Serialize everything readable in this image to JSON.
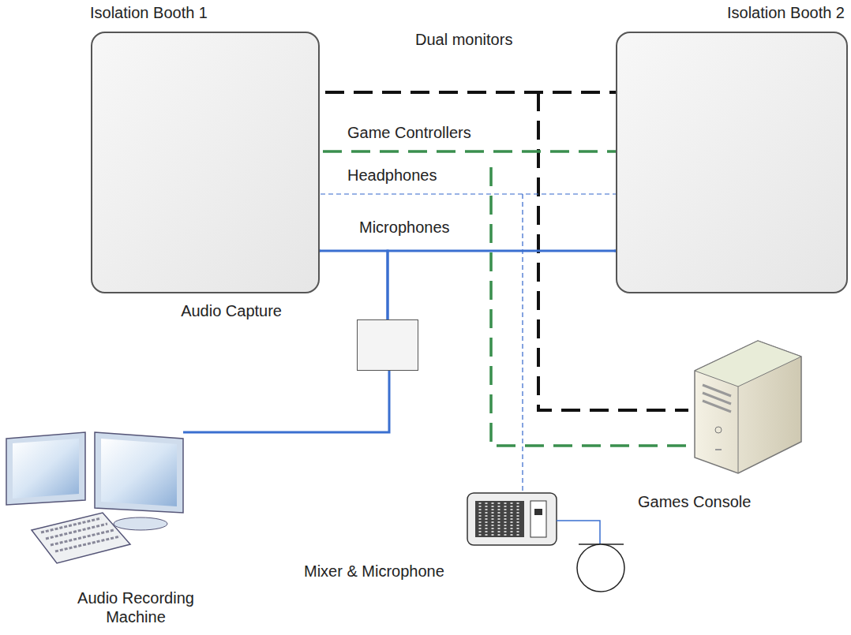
{
  "diagram": {
    "nodes": [
      {
        "text": [
          "Isolation Booth 1"
        ]
      },
      {
        "text": [
          "Isolation Booth 2"
        ]
      },
      {
        "text": [
          "Audio Capture"
        ]
      }
    ],
    "edges": [
      {
        "from": 0,
        "to": 2,
        "arrow": "none"
      },
      {
        "from": 1,
        "to": 2,
        "arrow": "none"
      }
    ],
    "labels": [
      "Dual monitors",
      "Game Controllers",
      "Headphones",
      "Microphones",
      "Audio Recording Machine",
      "Mixer & Microphone",
      "Games Console"
    ]
  }
}
